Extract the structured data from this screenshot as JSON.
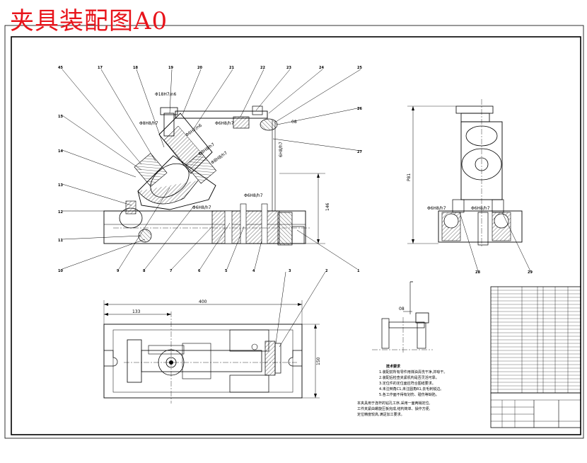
{
  "title": "夹具装配图A0",
  "colors": {
    "title": "#e8141b",
    "line": "#000000",
    "hatch": "#000000",
    "frame": "#000000"
  },
  "balloons_top": [
    "45",
    "17",
    "18",
    "19",
    "20",
    "21",
    "22",
    "23",
    "24",
    "25"
  ],
  "balloons_left": [
    "15",
    "14",
    "13",
    "12",
    "11"
  ],
  "balloons_bottom": [
    "10",
    "9",
    "8",
    "7",
    "6",
    "5",
    "4",
    "3",
    "2",
    "1"
  ],
  "balloons_right": [
    "26",
    "27"
  ],
  "balloons_side": [
    "28",
    "29"
  ],
  "fits": {
    "f1": "Φ18H7/n6",
    "f2": "Φ8H8/h7",
    "f3": "Φ6H7/n6",
    "f4": "Φ8H8/h7",
    "f5": "Φ8H8/h7",
    "f6": "Φ6H8/h7",
    "f7": "Φ6H8/h7",
    "f8": "Φ6H8/h7",
    "f9": "6H8/h7",
    "f10": "Φ6H8/h7",
    "f11": "Φ6H8/h7"
  },
  "dims": {
    "height_146": "146",
    "length_400": "400",
    "offset_133": "133",
    "width_150": "150",
    "side_height": "P81",
    "label_08": "08"
  },
  "notes_heading": "技术要求",
  "notes": [
    "1.装配前所有零件用煤油清洗干净,并晾干。",
    "2.装配后检查夹紧机构是否灵活可靠。",
    "3.定位件的定位面应符合图纸要求。",
    "4.未注倒角C1,未注圆角R1,去毛刺锐边。",
    "5.各工作面不得有划伤、碰伤等缺陷。"
  ],
  "bottom_note": [
    "本夹具用于连杆的钻孔工序,采用一面两销定位,",
    "工件夹紧由螺旋压板完成,结构简单、操作方便,",
    "定位精度较高,满足加工要求。"
  ]
}
